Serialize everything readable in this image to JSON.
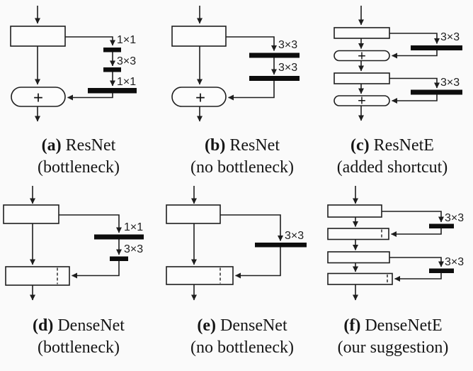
{
  "figure": {
    "plus": "+",
    "colors": {
      "background": "#fafafa",
      "line": "#1e1e1e",
      "bar": "#0d0d0d",
      "box_fill": "#fcfcfc",
      "text": "#161616"
    },
    "panels": [
      {
        "key": "a",
        "caption_label": "(a)",
        "caption_name": "ResNet",
        "caption_sub": "(bottleneck)",
        "kernels": [
          "1×1",
          "3×3",
          "1×1"
        ]
      },
      {
        "key": "b",
        "caption_label": "(b)",
        "caption_name": "ResNet",
        "caption_sub": "(no bottleneck)",
        "kernels": [
          "3×3",
          "3×3"
        ]
      },
      {
        "key": "c",
        "caption_label": "(c)",
        "caption_name": "ResNetE",
        "caption_sub": "(added shortcut)",
        "kernels": [
          "3×3",
          "3×3"
        ]
      },
      {
        "key": "d",
        "caption_label": "(d)",
        "caption_name": "DenseNet",
        "caption_sub": "(bottleneck)",
        "kernels": [
          "1×1",
          "3×3"
        ]
      },
      {
        "key": "e",
        "caption_label": "(e)",
        "caption_name": "DenseNet",
        "caption_sub": "(no bottleneck)",
        "kernels": [
          "3×3"
        ]
      },
      {
        "key": "f",
        "caption_label": "(f)",
        "caption_name": "DenseNetE",
        "caption_sub": "(our suggestion)",
        "kernels": [
          "3×3",
          "3×3"
        ]
      }
    ]
  }
}
